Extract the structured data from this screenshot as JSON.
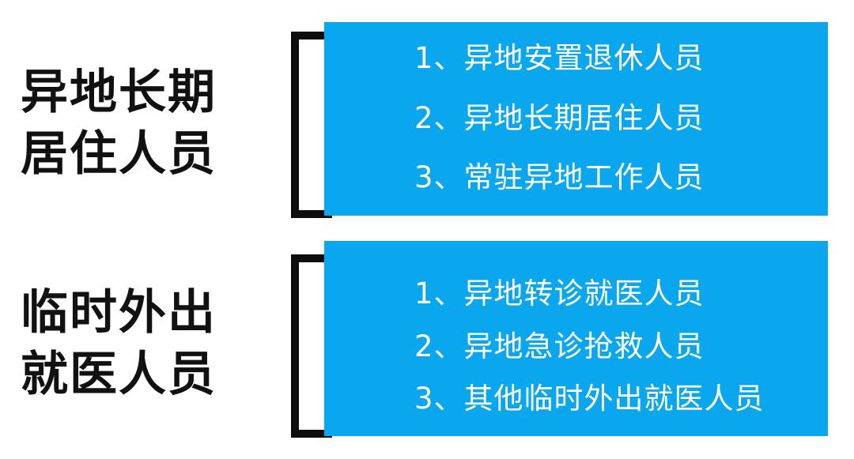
{
  "groups": [
    {
      "label_lines": [
        "异地长期",
        "居住人员"
      ],
      "items": [
        "1、异地安置退休人员",
        "2、异地长期居住人员",
        "3、常驻异地工作人员"
      ]
    },
    {
      "label_lines": [
        "临时外出",
        "就医人员"
      ],
      "items": [
        "1、异地转诊就医人员",
        "2、异地急诊抢救人员",
        "3、其他临时外出就医人员"
      ]
    }
  ],
  "colors": {
    "box_background": "#0aa6ee",
    "box_text": "#ffffff",
    "label_text": "#111111",
    "bracket": "#0d0d0d",
    "page_background": "#ffffff"
  }
}
